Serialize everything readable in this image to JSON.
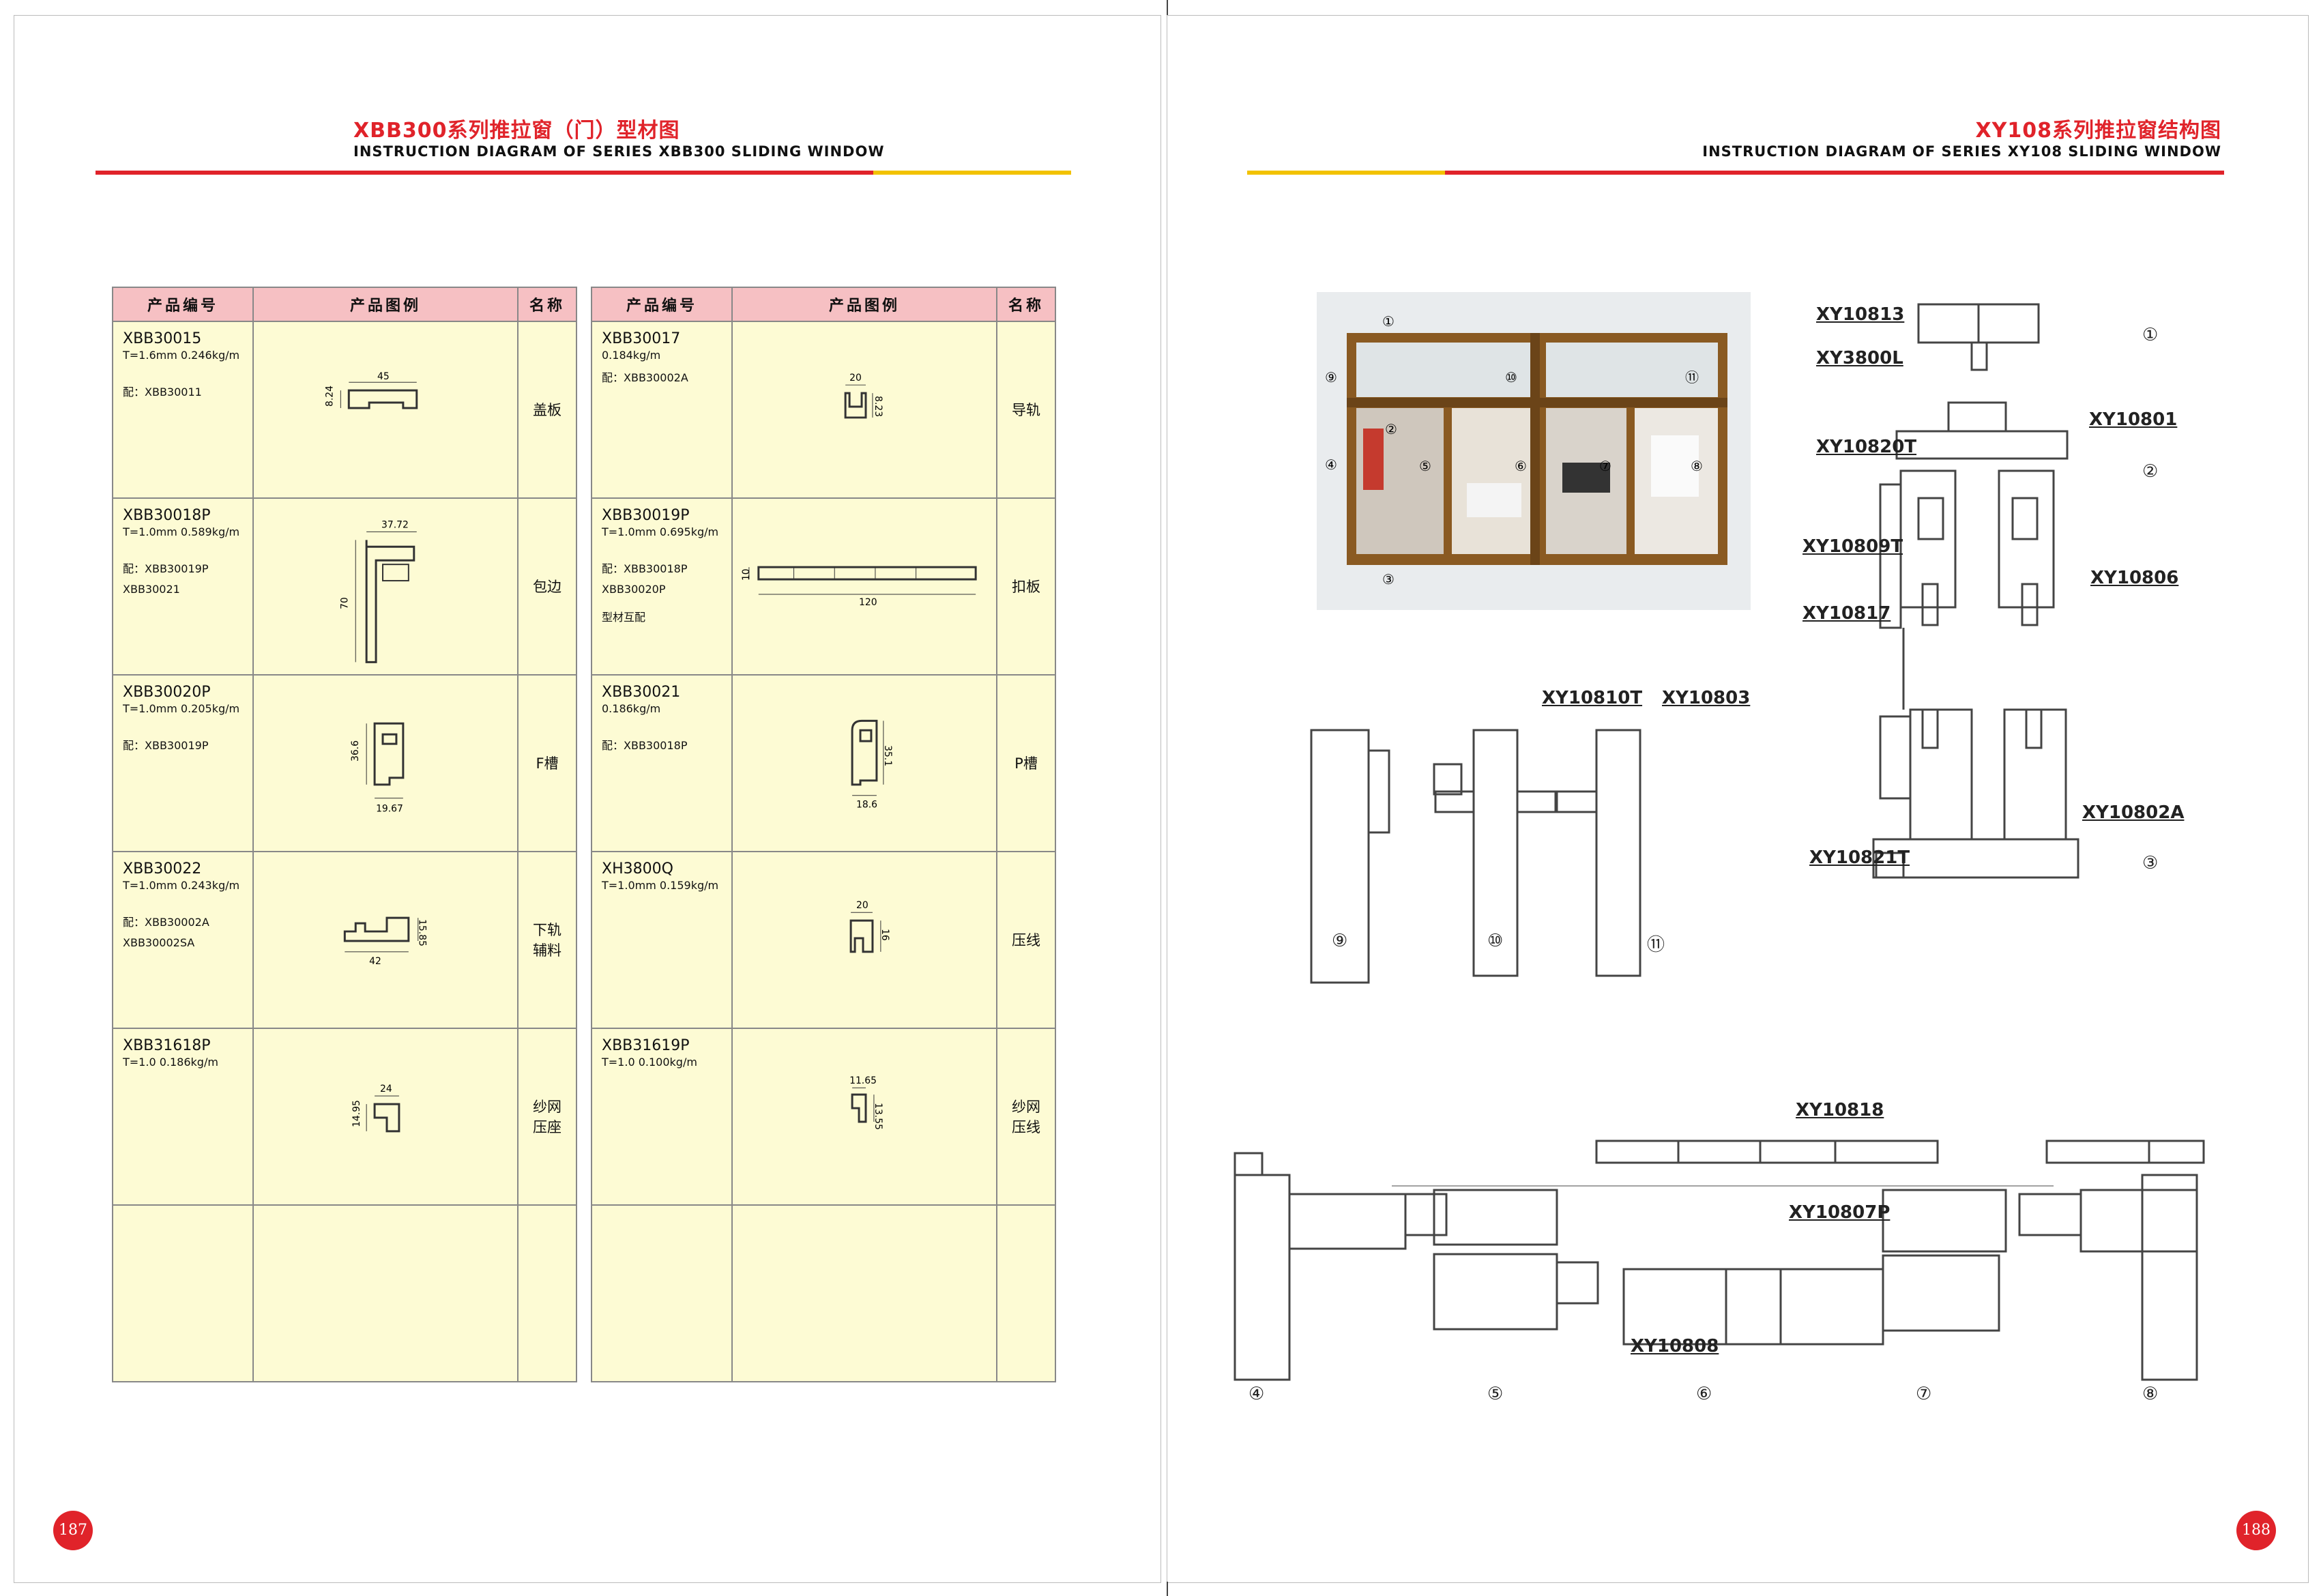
{
  "left_page": {
    "title_cn": "XBB300系列推拉窗（门）型材图",
    "title_en": "INSTRUCTION DIAGRAM OF SERIES XBB300 SLIDING WINDOW",
    "page_number": "187",
    "headers": [
      "产品编号",
      "产品图例",
      "名称"
    ],
    "table_left": [
      {
        "code": "XBB30015",
        "spec": "T=1.6mm  0.246kg/m",
        "pair": "配：XBB30011",
        "name": "盖板",
        "dims": [
          "45",
          "8.24"
        ]
      },
      {
        "code": "XBB30018P",
        "spec": "T=1.0mm  0.589kg/m",
        "pair": "配：XBB30019P\n     XBB30021",
        "name": "包边",
        "dims": [
          "37.72",
          "70"
        ]
      },
      {
        "code": "XBB30020P",
        "spec": "T=1.0mm  0.205kg/m",
        "pair": "配：XBB30019P",
        "name": "F槽",
        "dims": [
          "36.6",
          "19.67"
        ]
      },
      {
        "code": "XBB30022",
        "spec": "T=1.0mm  0.243kg/m",
        "pair": "配：XBB30002A\n     XBB30002SA",
        "name": "下轨\n辅料",
        "dims": [
          "42",
          "15.85"
        ]
      },
      {
        "code": "XBB31618P",
        "spec": "T=1.0   0.186kg/m",
        "pair": "",
        "name": "纱网\n压座",
        "dims": [
          "24",
          "14.95"
        ]
      }
    ],
    "table_right": [
      {
        "code": "XBB30017",
        "spec": "0.184kg/m",
        "pair": "配：XBB30002A",
        "name": "导轨",
        "dims": [
          "20",
          "8.23"
        ]
      },
      {
        "code": "XBB30019P",
        "spec": "T=1.0mm  0.695kg/m",
        "pair": "配：XBB30018P\n     XBB30020P",
        "note": "型材互配",
        "name": "扣板",
        "dims": [
          "120",
          "10"
        ]
      },
      {
        "code": "XBB30021",
        "spec": "0.186kg/m",
        "pair": "配：XBB30018P",
        "name": "P槽",
        "dims": [
          "35.1",
          "18.6"
        ]
      },
      {
        "code": "XH3800Q",
        "spec": "T=1.0mm  0.159kg/m",
        "pair": "",
        "name": "压线",
        "dims": [
          "20",
          "16"
        ]
      },
      {
        "code": "XBB31619P",
        "spec": "T=1.0   0.100kg/m",
        "pair": "",
        "name": "纱网\n压线",
        "dims": [
          "11.65",
          "13.55"
        ]
      }
    ]
  },
  "right_page": {
    "title_cn": "XY108系列推拉窗结构图",
    "title_en": "INSTRUCTION DIAGRAM OF SERIES XY108 SLIDING WINDOW",
    "page_number": "188",
    "photo_markers": [
      "①",
      "②",
      "③",
      "④",
      "⑤",
      "⑥",
      "⑦",
      "⑧",
      "⑨",
      "⑩",
      "⑪"
    ],
    "section_callouts": {
      "c1": "XY10813",
      "c2": "XY3800L",
      "c3": "XY10801",
      "c4": "XY10820T",
      "c5": "XY10809T",
      "c6": "XY10806",
      "c7": "XY10817",
      "c8": "XY10802A",
      "c9": "XY10821T",
      "c10": "XY10810T",
      "c11": "XY10803",
      "c12": "XY10818",
      "c13": "XY10807P",
      "c14": "XY10808"
    },
    "section_markers": {
      "m1": "①",
      "m2": "②",
      "m3": "③"
    },
    "bottom_markers": {
      "m9": "⑨",
      "m10": "⑩",
      "m11": "⑪",
      "m4": "④",
      "m5": "⑤",
      "m6": "⑥",
      "m7": "⑦",
      "m8": "⑧"
    }
  },
  "colors": {
    "accent_red": "#e0232a",
    "accent_yellow": "#f2c200",
    "table_header": "#f6c0c3",
    "table_body": "#fdfbd4"
  }
}
